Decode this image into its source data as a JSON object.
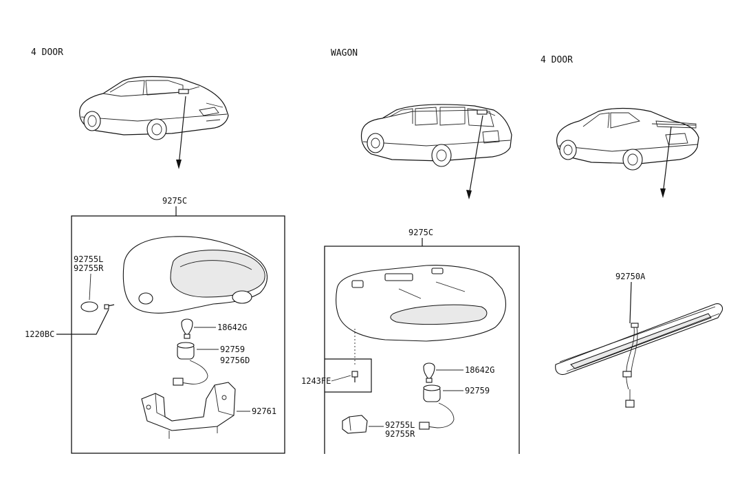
{
  "headers": {
    "left": "4 DOOR",
    "middle": "WAGON",
    "right": "4 DOOR"
  },
  "left_panel": {
    "assembly": "9275C",
    "bolt": "1220BC",
    "cover": [
      "92755L",
      "92755R"
    ],
    "bulb": "18642G",
    "socket": [
      "92759",
      "92756D"
    ],
    "bracket": "92761"
  },
  "middle_panel": {
    "assembly": "9275C",
    "screw": "1243FE",
    "bulb": "18642G",
    "socket": "92759",
    "cover": [
      "92755L",
      "92755R"
    ]
  },
  "right_panel": {
    "assembly": "92750A"
  }
}
